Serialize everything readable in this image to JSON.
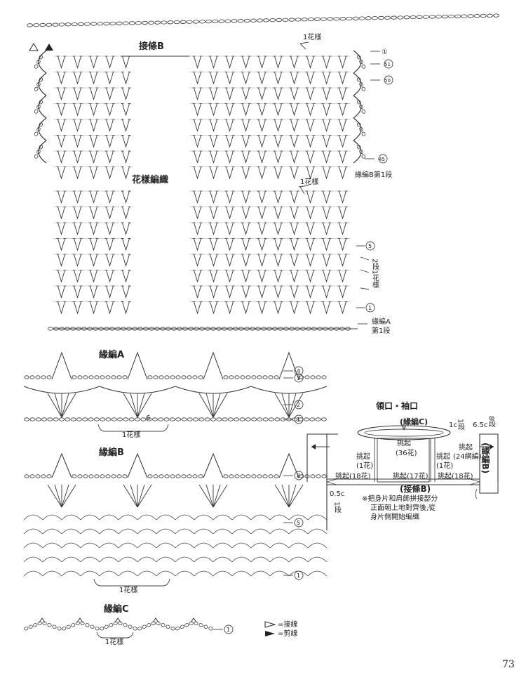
{
  "top_chart": {
    "section_label_join_b": "接條B",
    "section_label_pattern": "花樣編織",
    "repeat_label_top": "1花樣",
    "repeat_label_mid": "1花樣",
    "row_markers_top": [
      "①",
      "51",
      "50",
      "45"
    ],
    "edge_b_row1": "緣編B第1段",
    "row_markers_bottom": [
      "5",
      "1"
    ],
    "two_rows_label": "2段",
    "one_pattern_label": "1花樣",
    "edge_a_row1_line1": "緣編A",
    "edge_a_row1_line2": "第1段"
  },
  "edge_a": {
    "title": "緣編A",
    "rows": [
      "4",
      "3",
      "2",
      "1"
    ],
    "stitch_count": "6",
    "repeat_label": "1花樣"
  },
  "edge_b": {
    "title": "緣編B",
    "rows": [
      "8",
      "5",
      "1"
    ],
    "repeat_label": "1花樣"
  },
  "edge_c": {
    "title": "緣編C",
    "rows": [
      "1"
    ],
    "repeat_label": "1花樣"
  },
  "legend": {
    "join_yarn": "=接線",
    "cut_yarn": "=剪線"
  },
  "neck_diagram": {
    "title": "領口・袖口",
    "edge_c_label": "(緣編C)",
    "pickup_center": "挑起",
    "pickup_center_count": "(36花)",
    "pickup_left": "挑起",
    "pickup_left_count": "(1花)",
    "pickup_right": "挑起",
    "pickup_right_count": "(1花)",
    "pickup_far_right": "挑起",
    "pickup_far_right_count": "(24網編)",
    "pickup_left_bottom": "挑起(18花)",
    "pickup_mid_bottom": "挑起(17花)",
    "pickup_right_bottom": "挑起(18花)",
    "join_b_label": "(接條B)",
    "dim_1c": "1c",
    "dim_1row": "1段",
    "dim_6_5c": "6.5c",
    "dim_8rows": "8段",
    "dim_0_5c": "0.5c",
    "dim_1row_b": "1段",
    "edge_b_vertical": "(緣編B)",
    "note_line1": "※把身片和肩飾拼接部分",
    "note_line2": "正面朝上地對齊後,從",
    "note_line3": "身片側開始編織"
  },
  "page_number": "73"
}
